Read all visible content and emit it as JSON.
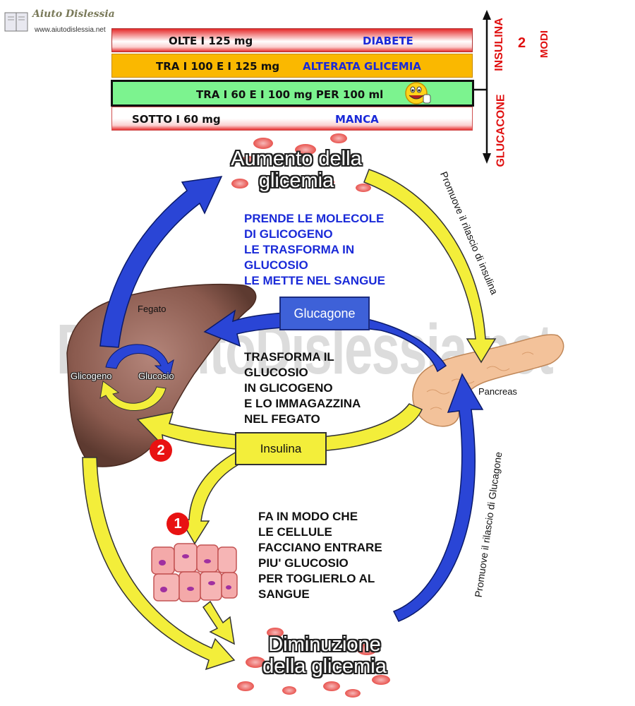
{
  "logo": {
    "name": "Aiuto Dislessia",
    "url": "www.aiutodislessia.net"
  },
  "bands": [
    {
      "range": "OLTE I 125 mg",
      "status": "DIABETE"
    },
    {
      "range": "TRA I 100 E I 125 mg",
      "status": "ALTERATA GLICEMIA"
    },
    {
      "range": "TRA I 60 E I 100 mg PER 100 ml",
      "status": ""
    },
    {
      "range": "SOTTO  I 60 mg",
      "status": "MANCA"
    }
  ],
  "side": {
    "insulina": "INSULINA",
    "glucacone": "GLUCACONE",
    "count": "2",
    "modi": "MODI"
  },
  "title_top": {
    "line1": "Aumento della",
    "line2": "glicemia"
  },
  "title_bottom": {
    "line1": "Diminuzione",
    "line2": "della glicemia"
  },
  "labels": {
    "promuove_insulina": "Promuove il rilascio di insulina",
    "promuove_glucagone": "Promuove il rilascio di Glucagone",
    "fegato": "Fegato",
    "glicogeno": "Glicogeno",
    "glucosio": "Glucosio",
    "pancreas": "Pancreas",
    "glucagone_box": "Glucagone",
    "insulina_box": "Insulina",
    "badge1": "1",
    "badge2": "2"
  },
  "texts": {
    "glucagone_action": "PRENDE LE MOLECOLE\nDI GLICOGENO\nLE TRASFORMA IN\nGLUCOSIO\nLE METTE NEL SANGUE",
    "insulina_action": "TRASFORMA IL\nGLUCOSIO\nIN GLICOGENO\nE LO IMMAGAZZINA\nNEL FEGATO",
    "cells_action": "FA IN MODO CHE\nLE CELLULE\nFACCIANO ENTRARE\nPIU' GLUCOSIO\nPER TOGLIERLO AL\nSANGUE"
  },
  "watermark": "By AiutoDislessia.net",
  "colors": {
    "blue_arrow": "#2a45d6",
    "yellow_arrow": "#f3ee3a",
    "red": "#e01010",
    "text_blue": "#1a2ad8"
  }
}
